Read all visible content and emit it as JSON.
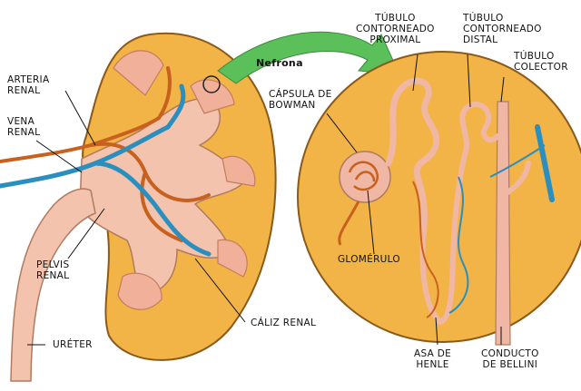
{
  "nephron_callout": "Nefrona",
  "labels": {
    "arteria_renal": [
      "ARTERIA",
      "RENAL"
    ],
    "vena_renal": [
      "VENA",
      "RENAL"
    ],
    "pelvis_renal": [
      "PELVIS",
      "RENAL"
    ],
    "ureter": "URÉTER",
    "caliz_renal": "CÁLIZ RENAL",
    "capsula_bowman": [
      "CÁPSULA DE",
      "BOWMAN"
    ],
    "tubulo_proximal": [
      "TÚBULO",
      "CONTORNEADO",
      "PROXIMAL"
    ],
    "tubulo_distal": [
      "TÚBULO",
      "CONTORNEADO",
      "DISTAL"
    ],
    "tubulo_colector": [
      "TÚBULO",
      "COLECTOR"
    ],
    "glomerulo": "GLOMÉRULO",
    "asa_henle": [
      "ASA DE",
      "HENLE"
    ],
    "conducto_bellini": [
      "CONDUCTO",
      "DE BELLINI"
    ]
  },
  "colors": {
    "kidney_fill": "#f2b347",
    "kidney_edge": "#8a5a1a",
    "pelvis_fill": "#f3c3ad",
    "artery": "#c8601e",
    "vein": "#2a8fbf",
    "arrow": "#5cc05a",
    "tubule": "#f0b8a4",
    "label_text": "#111111"
  }
}
